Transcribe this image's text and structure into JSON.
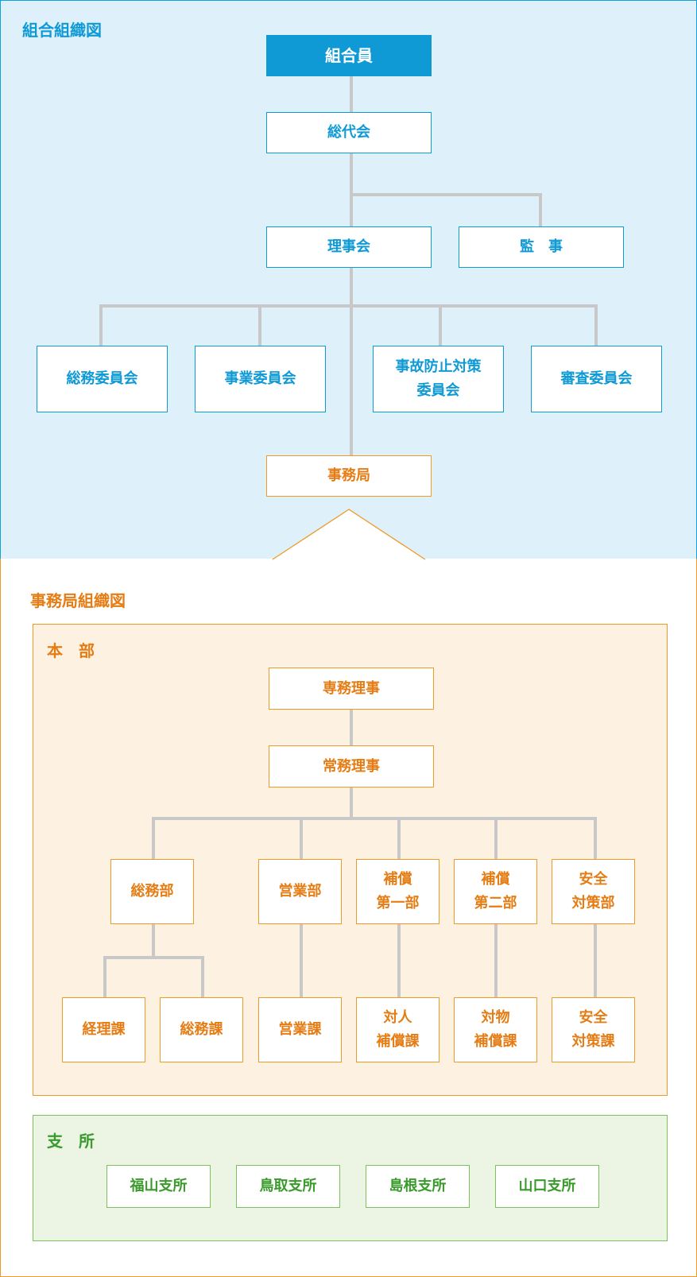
{
  "colors": {
    "blue": "#0f9ad6",
    "orange": "#e57c14",
    "green": "#3a9a2c",
    "line": "#c8c8c8"
  },
  "union": {
    "title": "組合組織図",
    "members": "組合員",
    "general_assembly": "総代会",
    "board": "理事会",
    "auditor": "監　事",
    "committees": [
      "総務委員会",
      "事業委員会",
      "事故防止対策\n委員会",
      "審査委員会"
    ],
    "secretariat": "事務局"
  },
  "office": {
    "title": "事務局組織図",
    "headquarters": {
      "label": "本　部",
      "executive_director": "専務理事",
      "managing_director": "常務理事",
      "departments": [
        "総務部",
        "営業部",
        "補償\n第一部",
        "補償\n第二部",
        "安全\n対策部"
      ],
      "sections": [
        "経理課",
        "総務課",
        "営業課",
        "対人\n補償課",
        "対物\n補償課",
        "安全\n対策課"
      ]
    },
    "branches": {
      "label": "支　所",
      "items": [
        "福山支所",
        "鳥取支所",
        "島根支所",
        "山口支所"
      ]
    }
  }
}
